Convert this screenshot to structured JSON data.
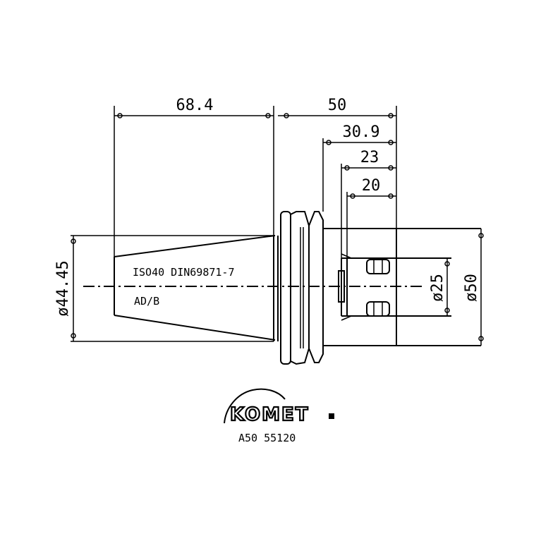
{
  "dimensions": {
    "d1": "68.4",
    "d2": "50",
    "d3": "30.9",
    "d4": "23",
    "d5": "20",
    "dia_left": "ø44.45",
    "dia_right_inner": "ø25",
    "dia_right_outer": "ø50"
  },
  "labels": {
    "standard": "ISO40 DIN69871-7",
    "form": "AD/B"
  },
  "brand": {
    "logo": "KOMET",
    "part_code": "A50 55120"
  },
  "colors": {
    "line": "#000000",
    "background": "#ffffff"
  }
}
